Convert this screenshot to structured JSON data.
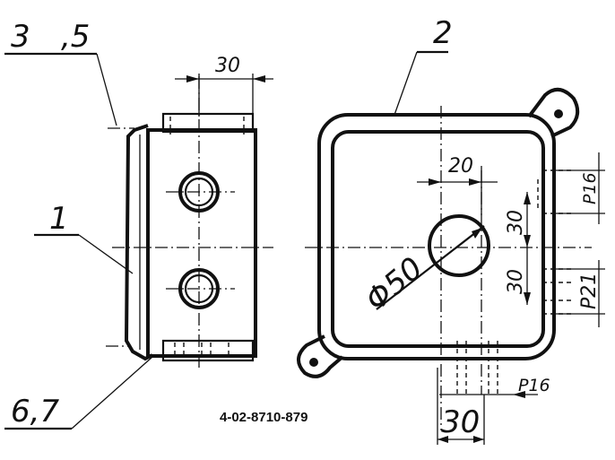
{
  "labels": {
    "part_3": "3",
    "part_5": ",5",
    "part_2": "2",
    "part_1": "1",
    "part_6_7": "6,7"
  },
  "dimensions": {
    "side_width": "30",
    "bore_spacing": "20",
    "diameter": "Φ50",
    "upper_offset": "30",
    "lower_offset": "30",
    "thread_upper": "P16",
    "thread_right": "P21",
    "thread_bottom": "P16",
    "bottom_width": "30"
  },
  "drawing_number": "4-02-8710-879"
}
